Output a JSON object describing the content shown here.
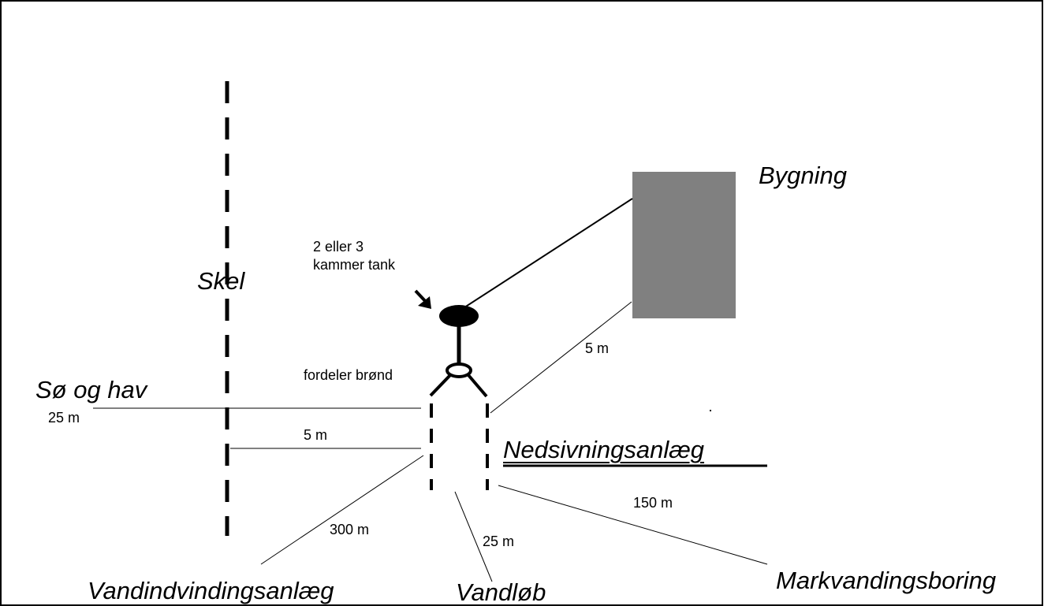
{
  "labels": {
    "building": "Bygning",
    "boundary": "Skel",
    "tank": "2 eller 3\nkammer tank",
    "distribution_well": "fordeler brønd",
    "lake_sea": "Sø og hav",
    "infiltration_system": "Nedsivningsanlæg",
    "water_supply": "Vandindvindingsanlæg",
    "stream": "Vandløb",
    "irrigation_well": "Markvandingsboring"
  },
  "distances": {
    "building": "5 m",
    "lake_sea": "25 m",
    "boundary": "5 m",
    "water_supply": "300 m",
    "stream": "25 m",
    "irrigation_well": "150 m"
  },
  "colors": {
    "building_fill": "#808080",
    "ink": "#000000",
    "frame": "#000000"
  }
}
